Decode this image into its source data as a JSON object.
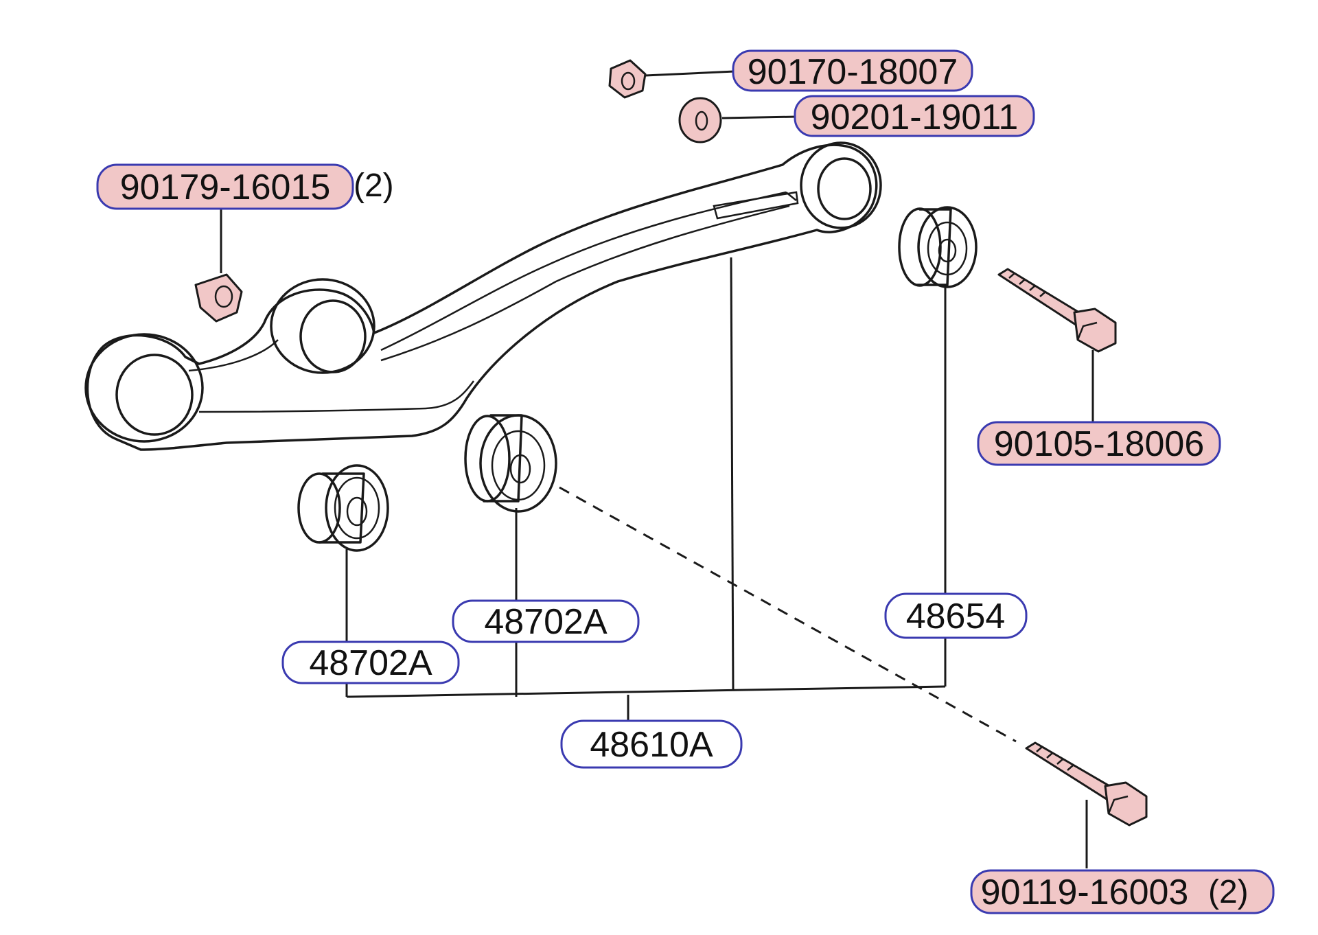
{
  "colors": {
    "highlight_fill": "#f1c7c7",
    "outline_stroke": "#3a3ab0",
    "line": "#1a1a1a"
  },
  "labels": {
    "nut_top": {
      "code": "90170-18007",
      "highlighted": true
    },
    "washer": {
      "code": "90201-19011",
      "highlighted": true
    },
    "nut_left": {
      "code": "90179-16015",
      "qty": "(2)",
      "highlighted": true
    },
    "bolt_right": {
      "code": "90105-18006",
      "highlighted": true
    },
    "bushing_front": {
      "code": "48702A",
      "highlighted": false
    },
    "bushing_rear": {
      "code": "48702A",
      "highlighted": false
    },
    "bushing_right": {
      "code": "48654",
      "highlighted": false
    },
    "arm_assembly": {
      "code": "48610A",
      "highlighted": false
    },
    "bolt_bottom": {
      "code": "90119-16003",
      "qty": "(2)",
      "highlighted": true
    }
  }
}
